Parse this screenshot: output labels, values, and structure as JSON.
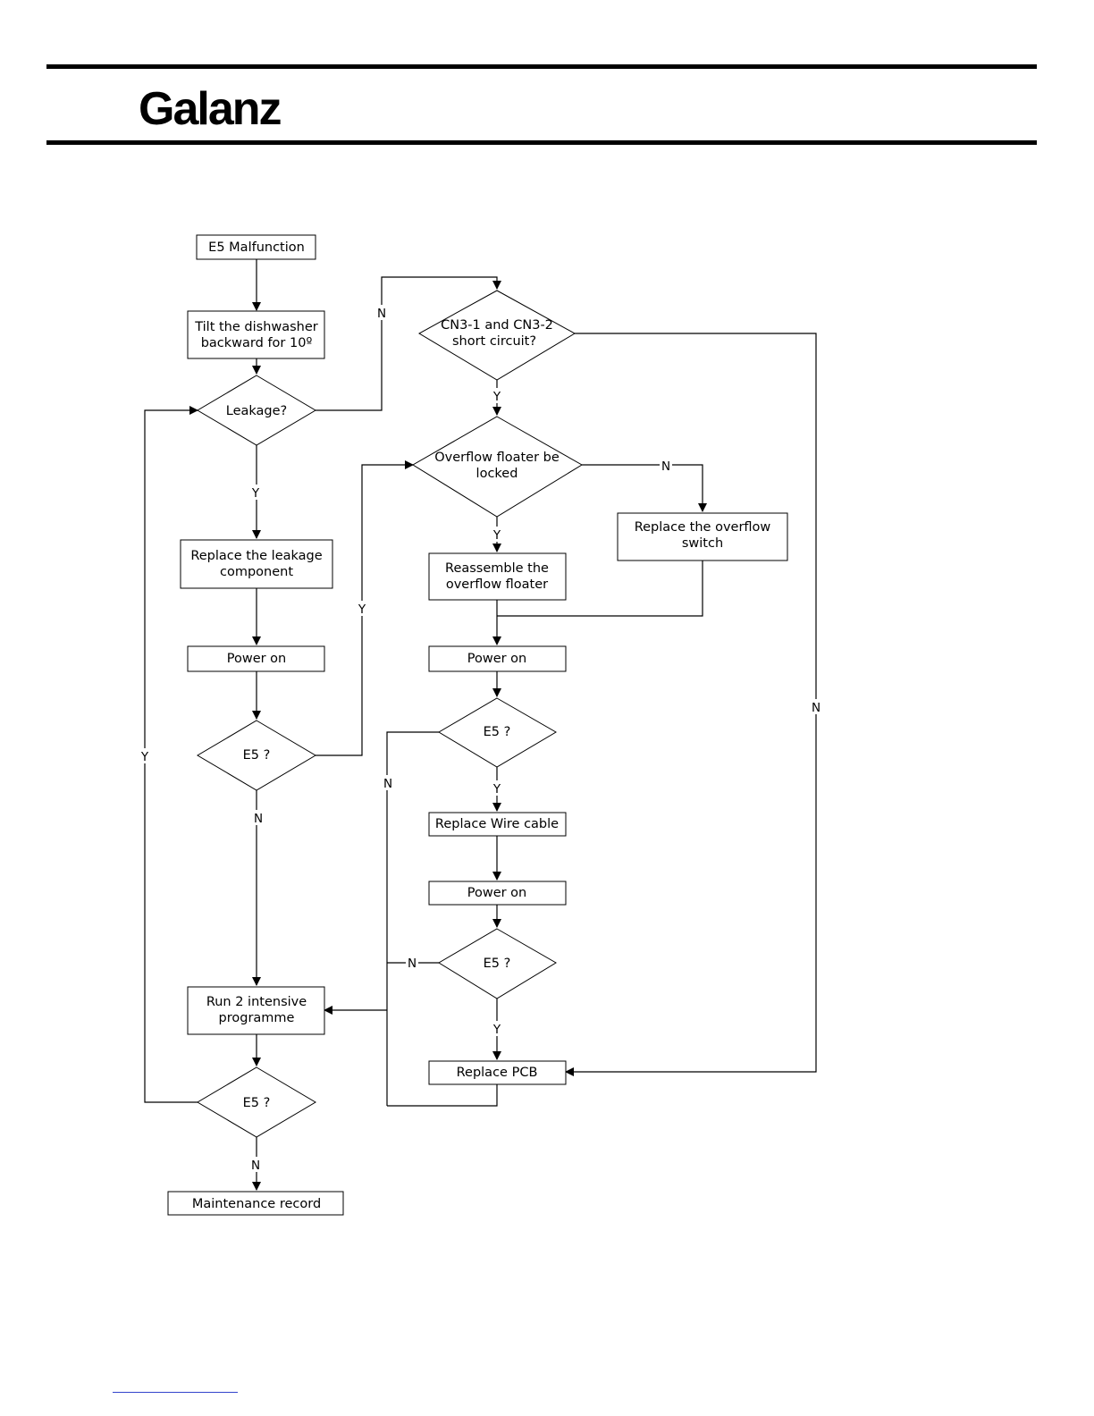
{
  "header": {
    "logo_text": "Galanz"
  },
  "flowchart": {
    "nodes": {
      "start": [
        "E5 Malfunction"
      ],
      "tilt": [
        "Tilt the dishwasher",
        "backward for 10º"
      ],
      "leakage": [
        "Leakage?"
      ],
      "replace_leakage": [
        "Replace the leakage",
        "component"
      ],
      "power_on_1": [
        "Power on"
      ],
      "e5_check_1": [
        "E5 ?"
      ],
      "run_intensive": [
        "Run 2 intensive",
        "programme"
      ],
      "e5_check_final": [
        "E5 ?"
      ],
      "maintenance": [
        "Maintenance record"
      ],
      "cn3_short": [
        "CN3-1 and CN3-2",
        "short circuit?"
      ],
      "overflow_locked": [
        "Overflow floater be",
        "locked"
      ],
      "replace_switch": [
        "Replace the overflow",
        "switch"
      ],
      "reassemble": [
        "Reassemble the",
        "overflow floater"
      ],
      "power_on_2": [
        "Power on"
      ],
      "e5_check_2": [
        "E5 ?"
      ],
      "replace_wire": [
        "Replace Wire cable"
      ],
      "power_on_3": [
        "Power on"
      ],
      "e5_check_3": [
        "E5 ?"
      ],
      "replace_pcb": [
        "Replace PCB"
      ]
    },
    "labels": {
      "yes": "Y",
      "no": "N"
    }
  }
}
